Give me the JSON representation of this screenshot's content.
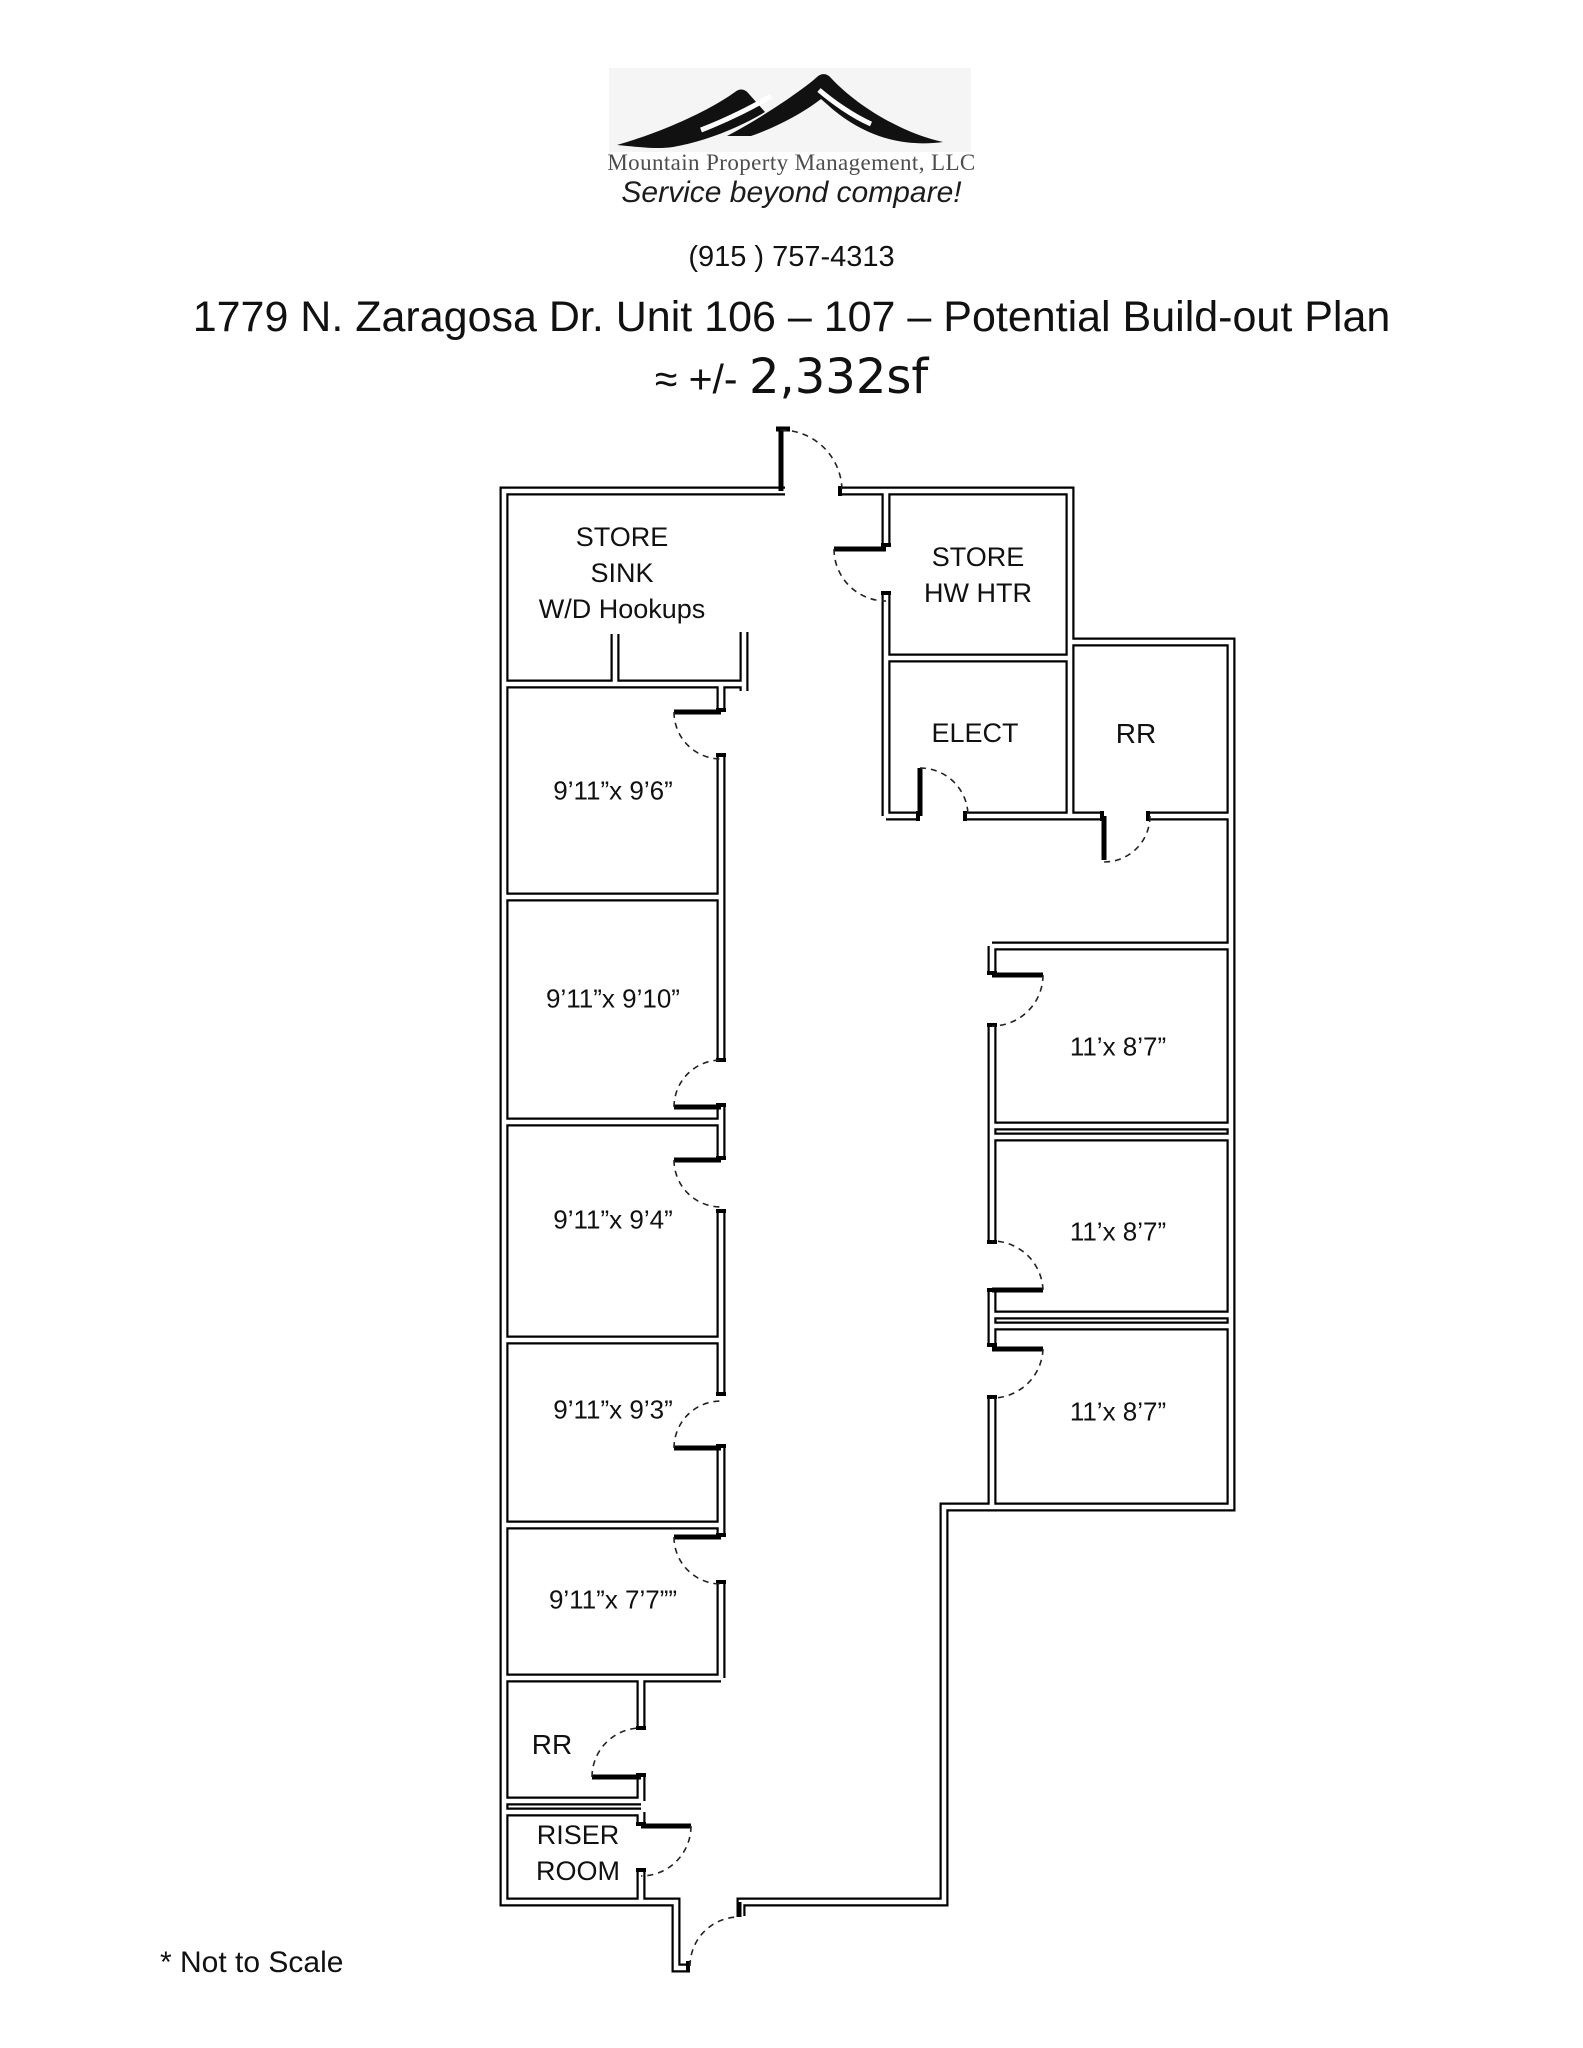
{
  "header": {
    "logo_company": "Mountain Property Management, LLC",
    "logo_tagline": "Service beyond compare!",
    "phone": "(915 ) 757-4313",
    "title": "1779 N. Zaragosa Dr. Unit 106 – 107 – Potential Build-out Plan",
    "area_prefix": "≈ +/- ",
    "area_value": "2,332sf"
  },
  "plan": {
    "labels": {
      "store_sink": [
        "STORE",
        "SINK",
        "W/D Hookups"
      ],
      "store_hwhtr": [
        "STORE",
        "HW HTR"
      ],
      "elect": "ELECT",
      "rr_right": "RR",
      "room_9_6": "9’11”x 9’6”",
      "room_9_10": "9’11”x 9’10”",
      "room_9_4": "9’11”x 9’4”",
      "room_9_3": "9’11”x 9’3”",
      "room_7_7": "9’11”x 7’7””",
      "rr_left": "RR",
      "riser_room": [
        "RISER",
        "ROOM"
      ]
    },
    "right_rooms": [
      "11’x 8’7”",
      "11’x 8’7”",
      "11’x 8’7”"
    ]
  },
  "footnote": "* Not to Scale",
  "colors": {
    "wall": "#000000",
    "text": "#111111",
    "company_gray": "#4d4d4d",
    "logo_bg": "#f5f5f5"
  }
}
